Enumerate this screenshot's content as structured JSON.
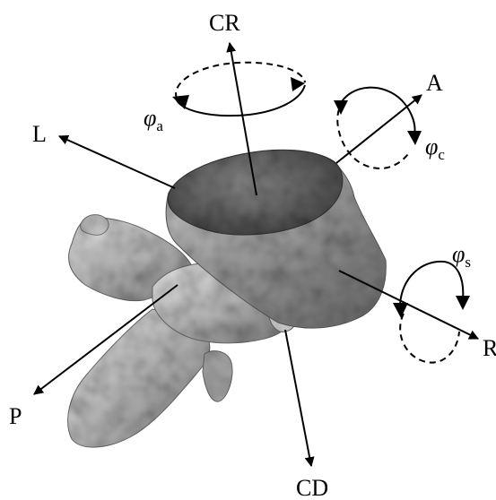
{
  "figure": {
    "axes": {
      "cr": "CR",
      "cd": "CD",
      "l": "L",
      "r": "R",
      "a": "A",
      "p": "P"
    },
    "rotations": {
      "axial": {
        "symbol": "φ",
        "subscript": "a"
      },
      "coronal": {
        "symbol": "φ",
        "subscript": "c"
      },
      "sagittal": {
        "symbol": "φ",
        "subscript": "s"
      }
    },
    "colors": {
      "ink": "#000000",
      "bone_light": "#e6e6e6",
      "bone_mid": "#a8a8a8",
      "bone_dark": "#5e5e5e",
      "background": "#ffffff"
    },
    "subject": "vertebra-3d-render"
  }
}
